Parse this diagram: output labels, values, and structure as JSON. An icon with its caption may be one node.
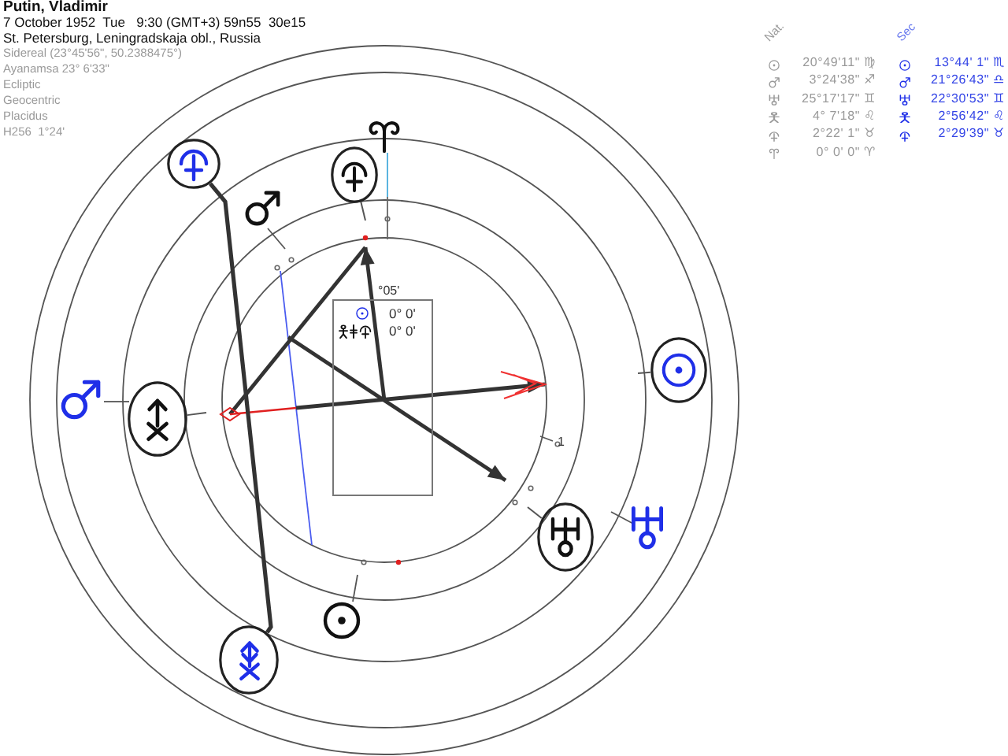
{
  "diagram": {
    "nodes": [
      {
        "text": [],
        "shape": "ellipse"
      },
      {
        "text": [],
        "shape": "ellipse"
      },
      {
        "text": [
          "0° 0'",
          "0° 0'"
        ]
      },
      {
        "text": [],
        "shape": "ellipse"
      },
      {
        "text": [],
        "shape": "ellipse"
      },
      {
        "text": [],
        "shape": "ellipse"
      },
      {
        "text": [],
        "shape": "ellipse"
      }
    ],
    "edges": [
      {
        "from": 0,
        "to": 6,
        "arrow": "none",
        "style": "thick"
      },
      {
        "from": 1,
        "to": null,
        "arrow": "none"
      },
      {
        "from": 3,
        "to": null,
        "arrow": "none"
      },
      {
        "from": 4,
        "to": null,
        "arrow": "none"
      },
      {
        "from": 5,
        "to": null,
        "arrow": "none"
      }
    ],
    "labels": [
      "Putin, Vladimir",
      "7 October 1952  Tue   9:30 (GMT+3) 59n55  30e15",
      "St. Petersburg, Leningradskaja obl., Russia",
      "Sidereal (23°45'56\", 50.2388475°)",
      "Ayanamsa 23° 6'33\"",
      "Ecliptic",
      "Geocentric",
      "Placidus",
      "H256  1°24'",
      "Nat.",
      "Sec",
      "20°49'11\" ♍",
      "13°44' 1\" ♏",
      "3°24'38\" ♐",
      "21°26'43\" ♎",
      "25°17'17\" ♊",
      "22°30'53\" ♊",
      "4° 7'18\" ♌",
      "2°56'42\" ♌",
      "2°22' 1\" ♉",
      "2°29'39\" ♉",
      "0° 0' 0\" ♈",
      "°05'",
      "1"
    ]
  }
}
